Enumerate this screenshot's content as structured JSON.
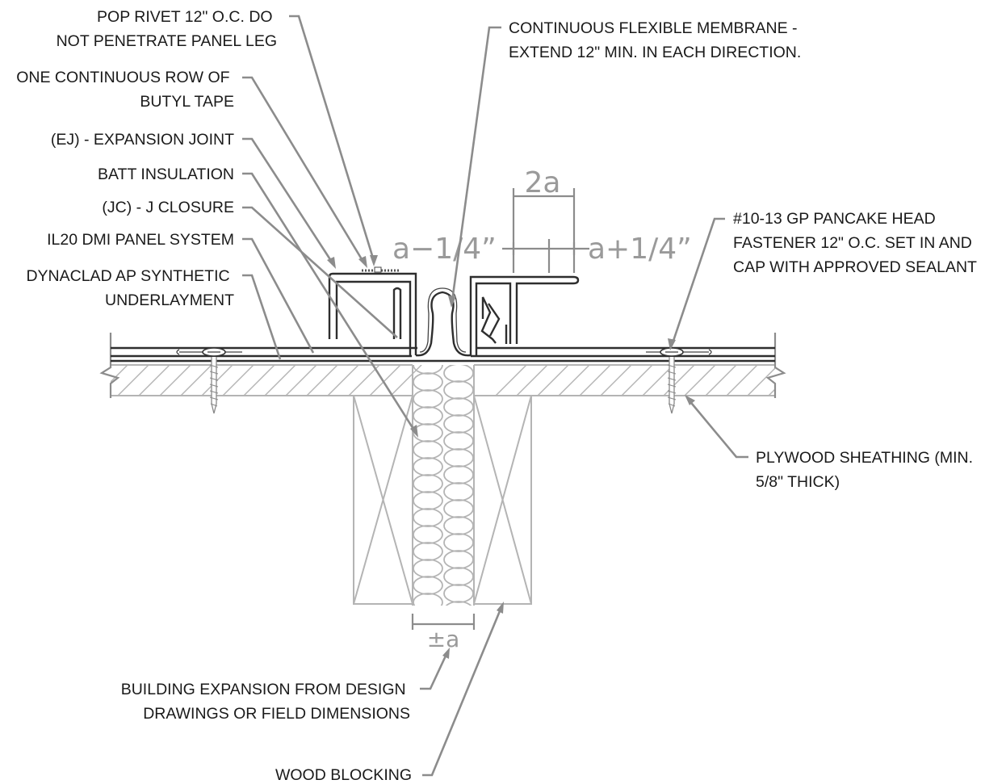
{
  "labels": {
    "pop_rivet": [
      "POP RIVET 12\" O.C. DO",
      "NOT PENETRATE PANEL LEG"
    ],
    "butyl_tape": [
      "ONE CONTINUOUS ROW OF",
      "BUTYL TAPE"
    ],
    "expansion_joint": [
      "(EJ) - EXPANSION JOINT"
    ],
    "batt_insulation": [
      "BATT INSULATION"
    ],
    "j_closure": [
      "(JC) - J CLOSURE"
    ],
    "panel_system": [
      "IL20 DMI PANEL SYSTEM"
    ],
    "underlayment": [
      "DYNACLAD AP SYNTHETIC",
      "UNDERLAYMENT"
    ],
    "membrane": [
      "CONTINUOUS FLEXIBLE MEMBRANE -",
      "EXTEND 12\" MIN. IN EACH DIRECTION."
    ],
    "fastener": [
      "#10-13 GP PANCAKE HEAD",
      "FASTENER 12\" O.C. SET IN AND",
      "CAP WITH APPROVED SEALANT"
    ],
    "sheathing": [
      "PLYWOOD SHEATHING (MIN.",
      "5/8\" THICK)"
    ],
    "building_expansion": [
      "BUILDING EXPANSION FROM DESIGN",
      "DRAWINGS OR FIELD DIMENSIONS"
    ],
    "wood_blocking": [
      "WOOD BLOCKING"
    ]
  },
  "dimensions": {
    "top_width": "2a",
    "left_gap": "a−1/4”",
    "right_gap": "a+1/4”",
    "joint_width": "±a"
  }
}
